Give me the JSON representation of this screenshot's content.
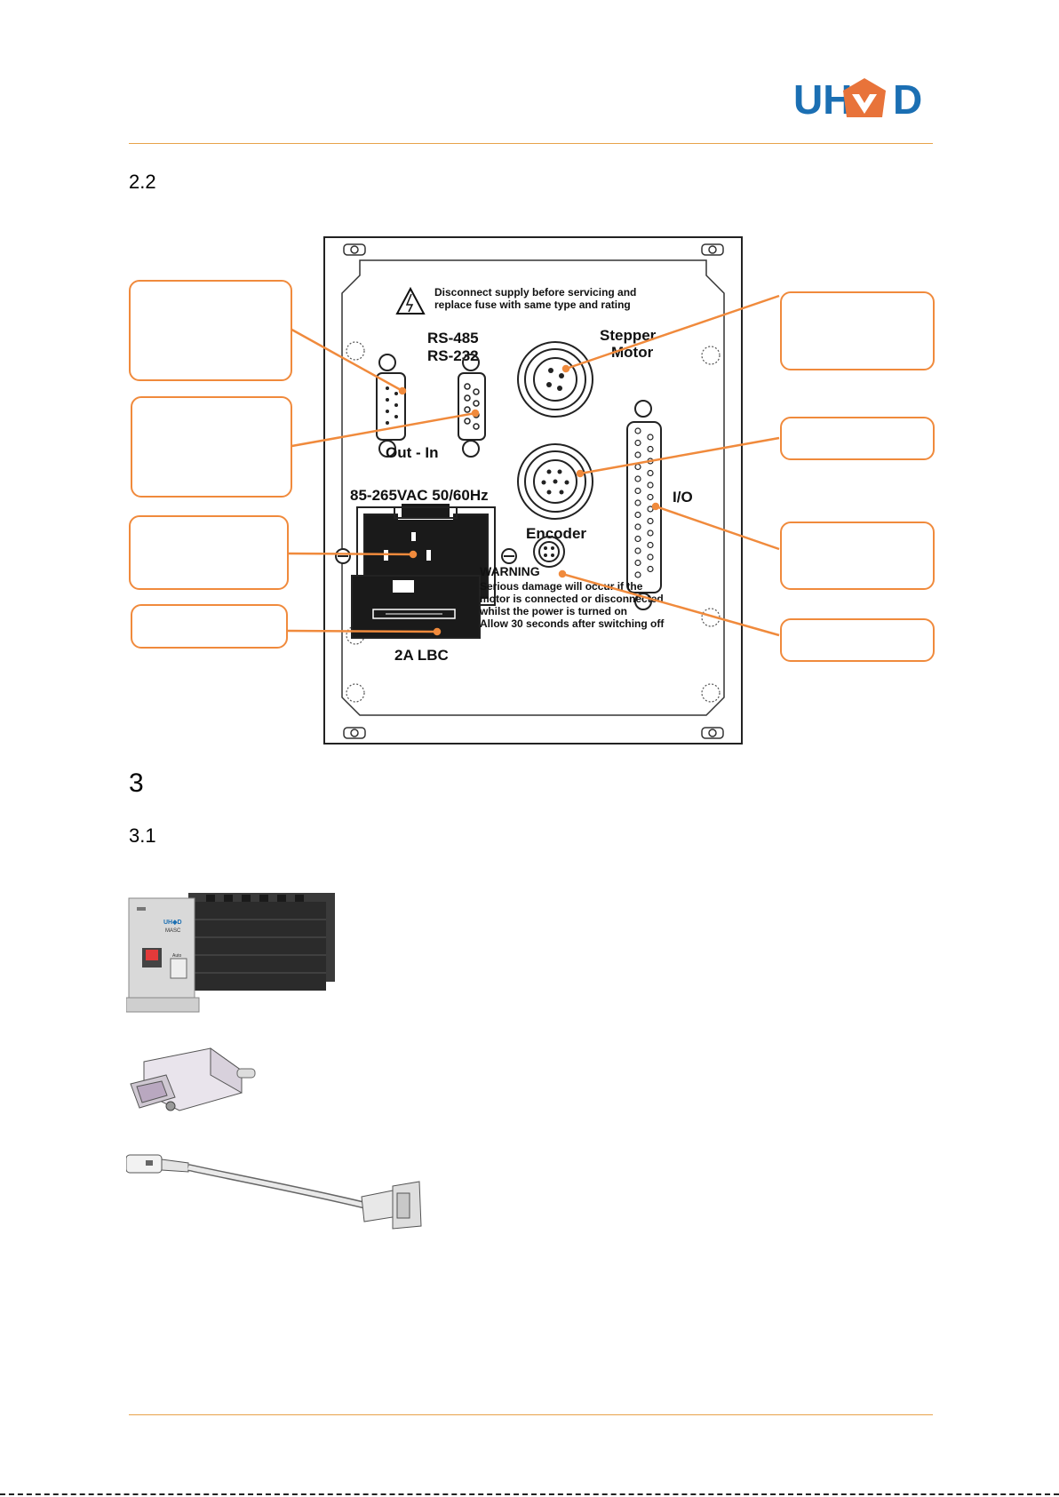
{
  "header": {
    "logo_text": "UHV D",
    "brand_color": "#1b6fb3",
    "accent_color": "#e8733a",
    "rule_color": "#e8a34a"
  },
  "sections": {
    "s2_2": {
      "number": "2.2"
    },
    "s3": {
      "number": "3"
    },
    "s3_1": {
      "number": "3.1"
    }
  },
  "panel": {
    "warning_label": "Disconnect supply before servicing and",
    "warning_label_2": "replace fuse with same type and rating",
    "rs485": "RS-485",
    "rs232": "RS-232",
    "out_in": "Out  -  In",
    "stepper": "Stepper",
    "motor": "Motor",
    "encoder": "Encoder",
    "io": "I/O",
    "power_rating": "85-265VAC 50/60Hz",
    "fuse": "2A LBC",
    "warning_title": "WARNING",
    "warning_line1": "Serious damage will occur if the",
    "warning_line2": "motor is connected or disconnected",
    "warning_line3": "whilst the power is turned on",
    "warning_line4": "Allow 30 seconds after switching off"
  },
  "footer": {
    "page_mark": ""
  },
  "colors": {
    "callout_border": "#f08a3c",
    "leader_line": "#f08a3c"
  }
}
